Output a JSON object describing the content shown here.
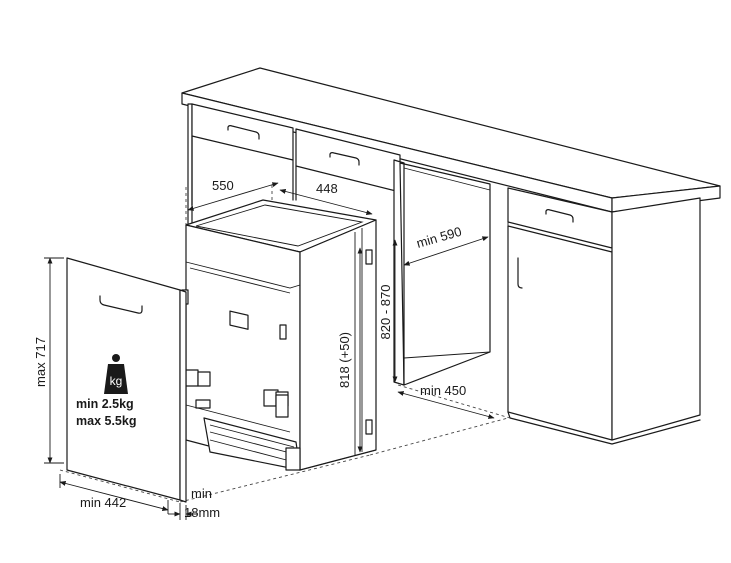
{
  "dimensions": {
    "depth": "550",
    "width": "448",
    "min_depth": "min 590",
    "niche_height": "820 - 870",
    "appliance_height": "818 (+50)",
    "min_width": "min 450",
    "panel_height": "max 717",
    "panel_width": "min 442",
    "panel_thickness_top": "min",
    "panel_thickness_bottom": "18mm"
  },
  "weight": {
    "icon_text": "kg",
    "min": "min  2.5kg",
    "max": "max 5.5kg"
  }
}
